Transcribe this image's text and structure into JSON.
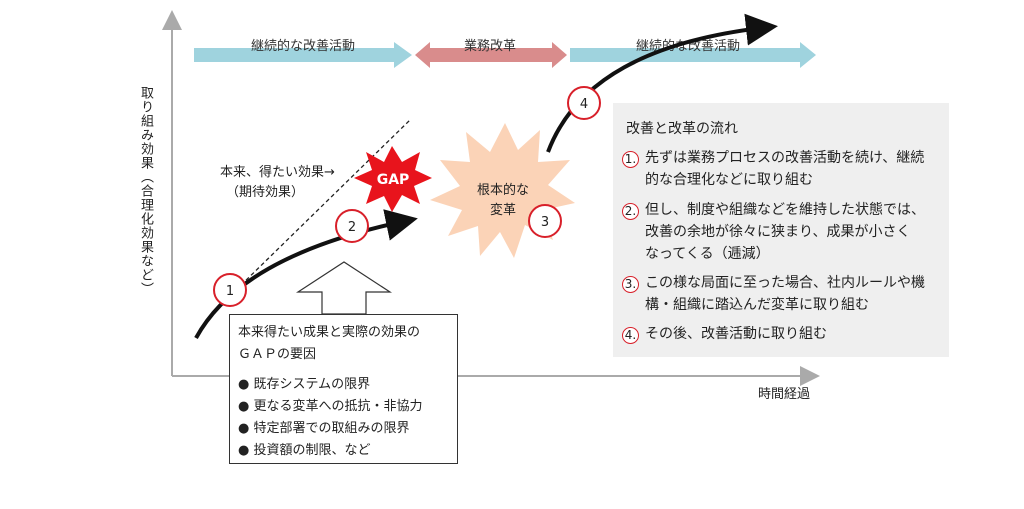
{
  "arrows_top": {
    "left_label": "継続的な改善活動",
    "center_label": "業務改革",
    "right_label": "継続的な改善活動"
  },
  "axes": {
    "y_label": "取り組み効果（合理化効果など）",
    "x_label": "時間経過"
  },
  "expected": {
    "line1": "本来、得たい効果→",
    "line2": "（期待効果）"
  },
  "gap_burst": "GAP",
  "reform_burst": {
    "line1": "根本的な",
    "line2": "変革"
  },
  "markers": [
    "1",
    "2",
    "3",
    "4"
  ],
  "gap_box": {
    "title_line1": "本来得たい成果と実際の効果の",
    "title_line2": "ＧＡＰの要因",
    "bullets": [
      "既存システムの限界",
      "更なる変革への抵抗・非協力",
      "特定部署での取組みの限界",
      "投資額の制限、など"
    ]
  },
  "panel": {
    "title": "改善と改革の流れ",
    "items": [
      {
        "num": "1.",
        "lines": [
          "先ずは業務プロセスの改善活動を続け、継続",
          "的な合理化などに取り組む"
        ]
      },
      {
        "num": "2.",
        "lines": [
          "但し、制度や組織などを維持した状態では、",
          "改善の余地が徐々に狭まり、成果が小さく",
          "なってくる（逓減）"
        ]
      },
      {
        "num": "3.",
        "lines": [
          "この様な局面に至った場合、社内ルールや機",
          "構・組織に踏込んだ変革に取り組む"
        ]
      },
      {
        "num": "4.",
        "lines": [
          "その後、改善活動に取り組む"
        ]
      }
    ]
  },
  "colors": {
    "blue_arrow": "#9fd3de",
    "red_arrow": "#d98c8c",
    "burst_peach": "#fbd3b7",
    "gap_red": "#e8141c",
    "panel_bg": "#efefef",
    "marker_red": "#d8202a"
  }
}
